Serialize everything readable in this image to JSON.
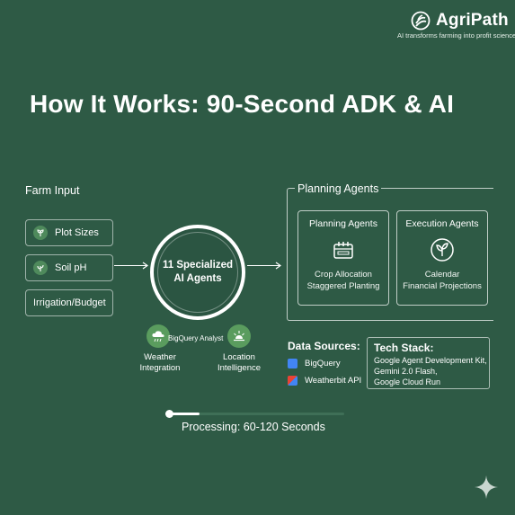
{
  "brand": {
    "name": "AgriPath",
    "tagline": "AI transforms farming into profit science"
  },
  "title": "How It Works: 90-Second ADK & AI",
  "farm_input": {
    "label": "Farm Input",
    "items": [
      {
        "label": "Plot Sizes",
        "icon": "plant-icon"
      },
      {
        "label": "Soil pH",
        "icon": "sprout-icon"
      },
      {
        "label": "Irrigation/Budget"
      }
    ]
  },
  "center": {
    "line1": "11 Specialized",
    "line2": "AI Agents"
  },
  "planning": {
    "label": "Planning Agents",
    "cards": [
      {
        "title": "Planning Agents",
        "icon": "calendar-grid-icon",
        "line1": "Crop Allocation",
        "line2": "Staggered Planting"
      },
      {
        "title": "Execution Agents",
        "icon": "leaf-icon",
        "line1": "Calendar",
        "line2": "Financial Projections"
      }
    ]
  },
  "sub_agents": {
    "bigquery_analyst": "BigQuery Analyst",
    "weather": {
      "line1": "Weather",
      "line2": "Integration",
      "icon": "cloud-rain-icon"
    },
    "location": {
      "line1": "Location",
      "line2": "Intelligence",
      "icon": "sunrise-icon"
    }
  },
  "data_sources": {
    "label": "Data Sources:",
    "items": [
      {
        "label": "BigQuery",
        "icon": "bigquery-icon",
        "color": "#4285f4"
      },
      {
        "label": "Weatherbit API",
        "icon": "weatherbit-icon",
        "color": "#ea4335"
      }
    ]
  },
  "tech_stack": {
    "label": "Tech Stack:",
    "line1": "Google Agent Development Kit,",
    "line2": "Gemini 2.0 Flash,",
    "line3": "Google Cloud Run"
  },
  "processing": {
    "label": "Processing: 60-120 Seconds",
    "progress": 0.18
  },
  "colors": {
    "background": "#2e5a45",
    "icon_green": "#5a9c5e"
  }
}
